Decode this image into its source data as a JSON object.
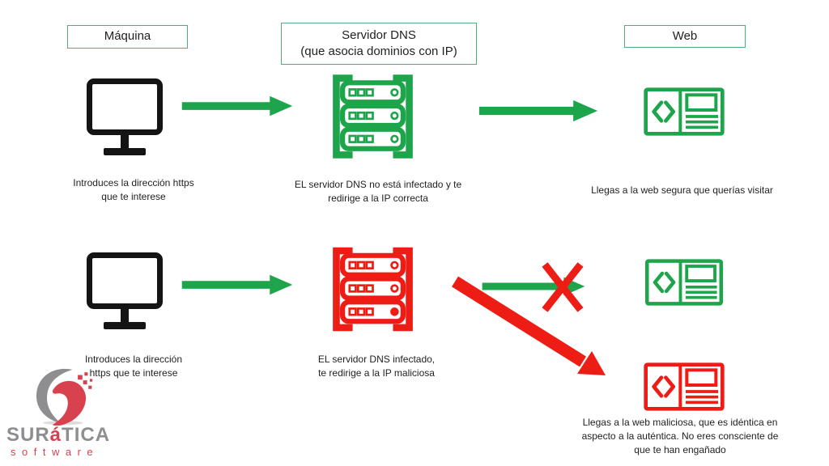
{
  "palette": {
    "green": "#1ea54b",
    "red": "#ed1c15",
    "black": "#141414",
    "box_border_green": "#4cb074",
    "logo_gray": "#8e8e91",
    "logo_red": "#d8414e"
  },
  "headers": {
    "machine": "Máquina",
    "dns": "Servidor DNS\n(que asocia dominios con IP)",
    "web": "Web"
  },
  "row_safe": {
    "machine_caption": "Introduces la dirección https\nque te interese",
    "dns_caption": "EL servidor DNS no está infectado y te\nredirige a la IP correcta",
    "web_caption": "Llegas a la web segura que querías visitar"
  },
  "row_attack": {
    "machine_caption": "Introduces la dirección\nhttps que te interese",
    "dns_caption": "EL servidor DNS infectado,\nte redirige a la IP maliciosa",
    "web_caption": "Llegas a la web maliciosa, que es idéntica en\naspecto a la auténtica. No eres consciente de\nque te han engañado"
  },
  "logo": {
    "brand_prefix": "SUR",
    "brand_accent": "á",
    "brand_suffix": "TICA",
    "subtitle": "software"
  },
  "icons": {
    "monitor": "monitor-icon",
    "dns_server_safe": "server-icon-green",
    "dns_server_infected": "server-icon-red",
    "web_safe": "browser-code-icon-green",
    "web_malicious": "browser-code-icon-red",
    "flow": "arrow-right-icon",
    "blocked": "cross-x-icon",
    "redirect": "diagonal-arrow-icon"
  }
}
